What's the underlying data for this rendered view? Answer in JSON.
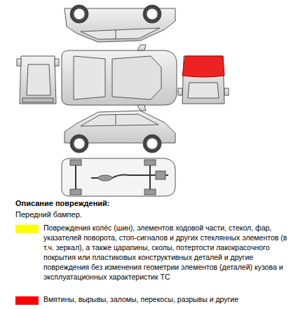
{
  "diagram": {
    "labels": [
      "Описание повреждений:",
      "Передний бампер."
    ],
    "legend": [
      {
        "text": "Повреждения колёс (шин), элементов ходовой части, стекол, фар, указателей поворота, стоп-сигналов и других стеклянных элементов (в т.ч. зеркал), а также царапины, сколы, потертости лакокрасочного покрытия или пластиковых конструктивных деталей и другие повреждения без изменения геометрии элементов (деталей) кузова и эксплуатационных характеристик ТС",
        "color": "#ffff00"
      },
      {
        "text": "Вмятины, вырывы, заломы, перекосы, разрывы и другие",
        "color": "#ff0000"
      }
    ]
  }
}
